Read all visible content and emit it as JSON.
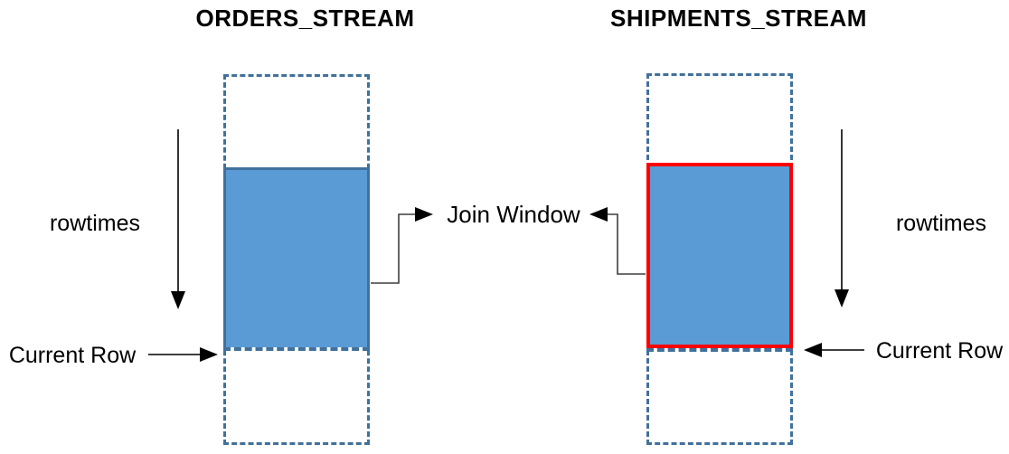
{
  "diagram": {
    "join_window_label": "Join Window",
    "streams": {
      "orders": {
        "title": "ORDERS_STREAM",
        "rowtimes_label": "rowtimes",
        "current_row_label": "Current Row"
      },
      "shipments": {
        "title": "SHIPMENTS_STREAM",
        "rowtimes_label": "rowtimes",
        "current_row_label": "Current Row"
      }
    },
    "colors": {
      "window_fill": "#5B9BD5",
      "stream_border": "#41719C",
      "current_window_border": "#FF0000",
      "arrow_color": "#000000",
      "connector_color": "#3F3F3F"
    }
  }
}
